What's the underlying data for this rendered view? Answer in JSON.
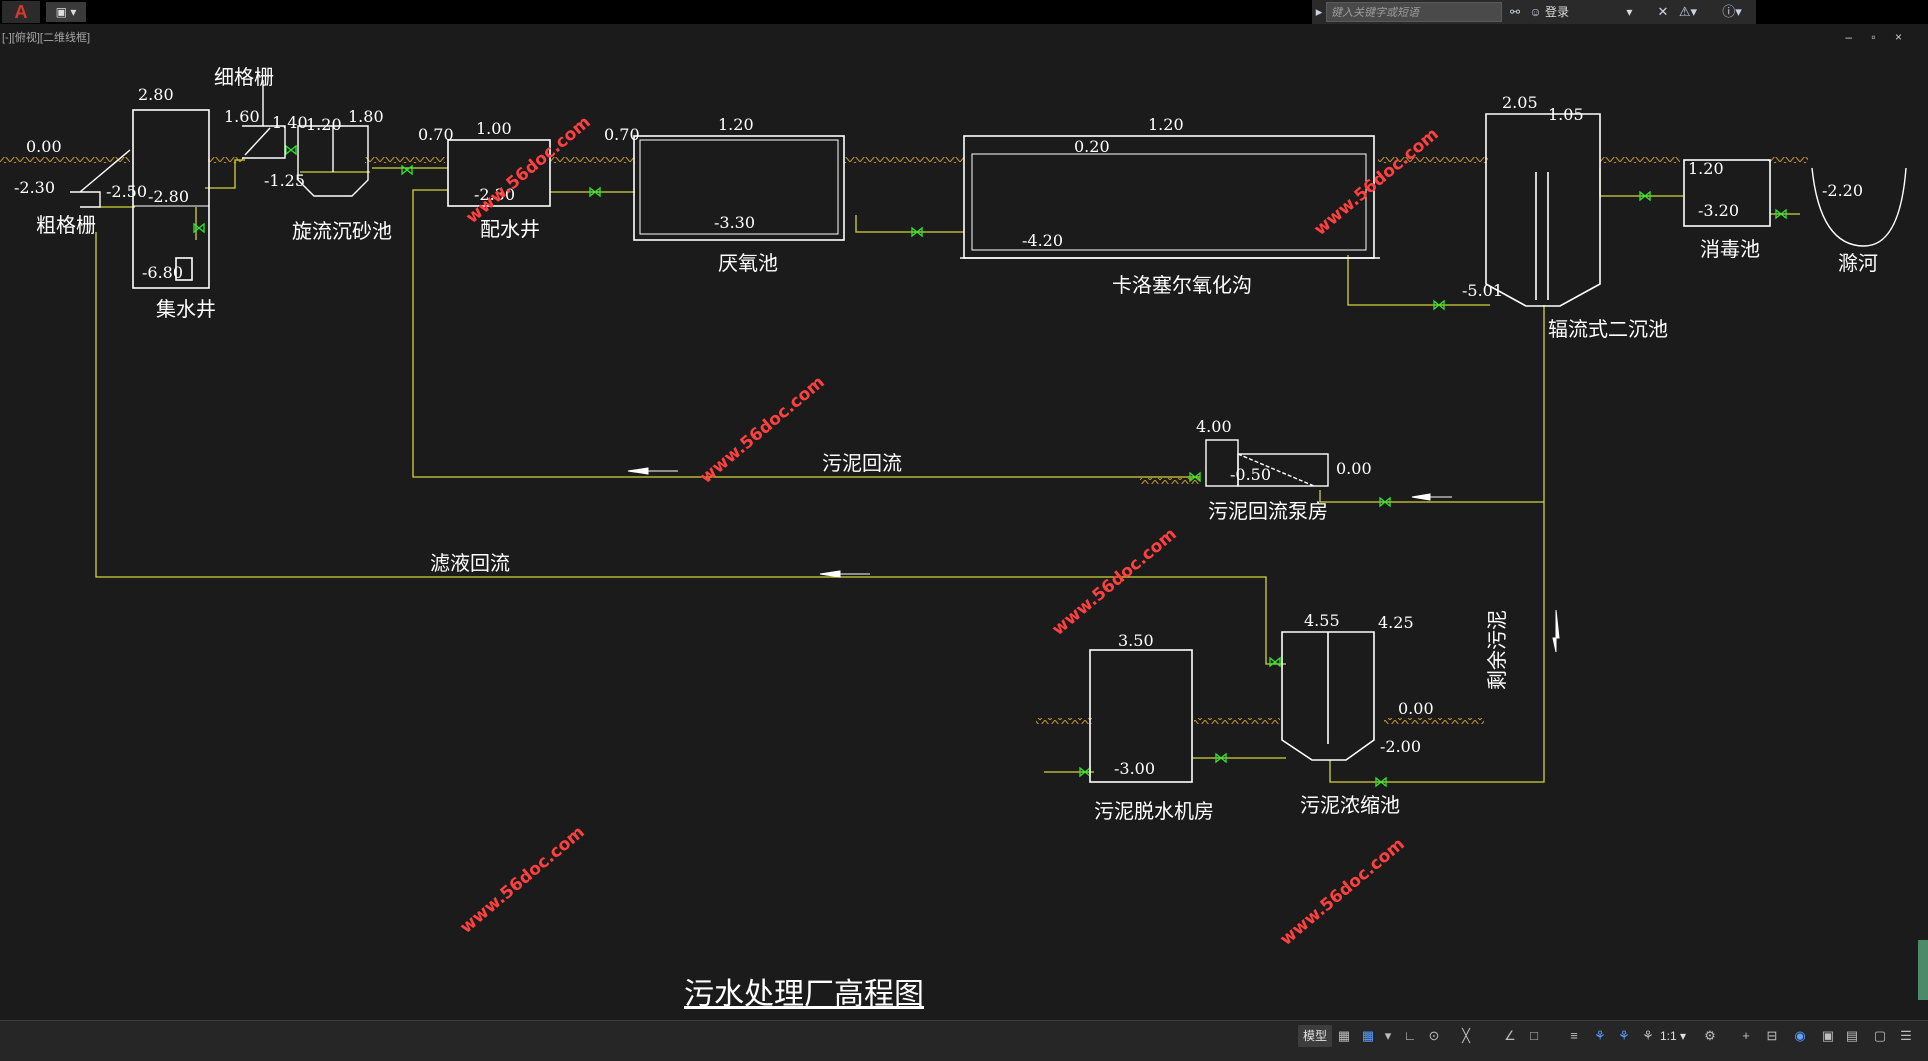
{
  "app": {
    "logo": "A",
    "quick_access": "▣ ▾"
  },
  "search": {
    "placeholder": "键入关键字或短语"
  },
  "login": {
    "label": "登录"
  },
  "viewport_label": "[-][俯视][二维线框]",
  "window_controls": "– ▫ ×",
  "drawing": {
    "title": "污水处理厂高程图",
    "watermarks": [
      "www.56doc.com"
    ],
    "units": [
      {
        "name": "粗格栅"
      },
      {
        "name": "细格栅"
      },
      {
        "name": "集水井"
      },
      {
        "name": "旋流沉砂池"
      },
      {
        "name": "配水井"
      },
      {
        "name": "厌氧池"
      },
      {
        "name": "卡洛塞尔氧化沟"
      },
      {
        "name": "辐流式二沉池"
      },
      {
        "name": "消毒池"
      },
      {
        "name": "滁河"
      },
      {
        "name": "污泥回流泵房"
      },
      {
        "name": "污泥脱水机房"
      },
      {
        "name": "污泥浓缩池"
      }
    ],
    "flow_labels": {
      "sludge_return": "污泥回流",
      "filtrate_return": "滤液回流",
      "excess_sludge": "剩余污泥"
    },
    "elevations": [
      "0.00",
      "-2.30",
      "2.80",
      "-2.50",
      "-2.80",
      "-6.80",
      "1.60",
      "1.40",
      "-1.25",
      "1.20",
      "1.80",
      "0.70",
      "1.00",
      "-2.30",
      "0.70",
      "1.20",
      "-3.30",
      "1.20",
      "0.20",
      "-4.20",
      "2.05",
      "1.05",
      "-5.01",
      "1.20",
      "-3.20",
      "-2.20",
      "4.00",
      "-0.50",
      "0.00",
      "3.50",
      "-3.00",
      "4.55",
      "4.25",
      "0.00",
      "-2.00"
    ]
  },
  "statusbar": {
    "model_label": "模型",
    "zoom": "1:1 ▾"
  },
  "colors": {
    "background": "#1b1b1b",
    "lines": "#ffffff",
    "pipes": "#d4d43a",
    "ground": "#c8952a",
    "valves": "#2ee62e",
    "markers": "#2fd2e0",
    "watermark": "#ff4040"
  }
}
